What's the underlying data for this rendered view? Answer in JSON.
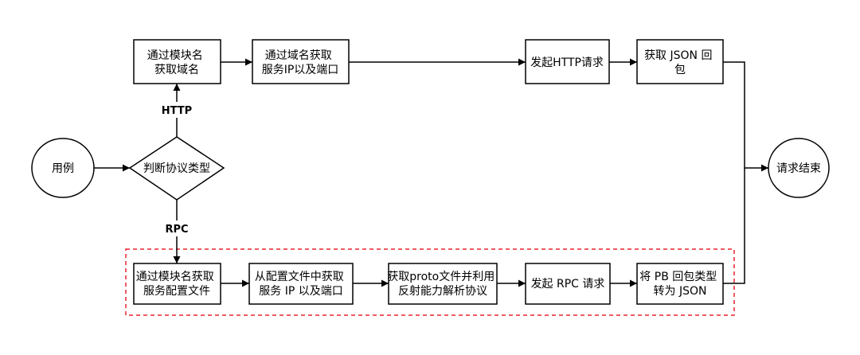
{
  "diagram": {
    "nodes": {
      "start": [
        "用例"
      ],
      "decision": [
        "判断协议类型"
      ],
      "http_step1": [
        "通过模块名",
        "获取域名"
      ],
      "http_step2": [
        "通过域名获取",
        "服务IP以及端口"
      ],
      "http_step3": [
        "发起HTTP请求"
      ],
      "http_step4": [
        "获取 JSON 回",
        "包"
      ],
      "rpc_step1": [
        "通过模块名获取",
        "服务配置文件"
      ],
      "rpc_step2": [
        "从配置文件中获取",
        "服务 IP 以及端口"
      ],
      "rpc_step3": [
        "获取proto文件并利用",
        "反射能力解析协议"
      ],
      "rpc_step4": [
        "发起 RPC 请求"
      ],
      "rpc_step5": [
        "将 PB 回包类型",
        "转为 JSON"
      ],
      "end": [
        "请求结束"
      ]
    },
    "edge_labels": {
      "http": "HTTP",
      "rpc": "RPC"
    },
    "colors": {
      "stroke": "#000000",
      "dashed_group": "#e8242b",
      "box_fill": "#ffffff"
    }
  }
}
